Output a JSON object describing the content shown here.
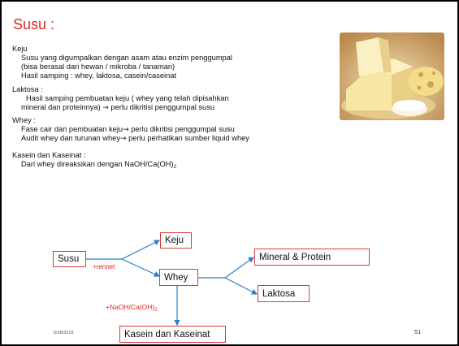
{
  "slide": {
    "title": "Susu :",
    "date": "5/28/2019",
    "page_number": "51"
  },
  "sections": {
    "keju": {
      "heading": "Keju",
      "l1": "Susu yang digumpalkan dengan  asam atau enzim penggumpal",
      "l2": "(bisa berasal dari hewan / mikroba / tanaman)",
      "l3": "Hasil samping  : whey, laktosa, casein/caseinat"
    },
    "laktosa": {
      "heading": "Laktosa :",
      "l1": "Hasil samping  pembuatan keju ( whey  yang telah dipisahkan",
      "l2a": "mineral dan proteinnya) ",
      "l2b": " perlu dikritisi  penggumpal susu"
    },
    "whey": {
      "heading": "Whey :",
      "l1a": "Fase cair dari pembuatan keju",
      "l1b": " perlu dikritisi penggumpal susu",
      "l2a": "Audit whey dan turunan whey",
      "l2b": "  perlu perhatikan sumber liquid whey"
    },
    "kasein": {
      "heading": "Kasein dan Kaseinat :",
      "l1a": "Dari whey direaksikan dengan NaOH/Ca(OH)",
      "l1sub": "2"
    }
  },
  "arrow_glyph": "→",
  "diagram": {
    "susu": "Susu",
    "keju": "Keju",
    "whey": "Whey",
    "mineral_protein": "Mineral & Protein",
    "laktosa": "Laktosa",
    "kasein": "Kasein dan Kaseinat",
    "rennet_label": "+rennet",
    "naoh_label_a": "+NaOH/Ca(OH)",
    "naoh_label_sub": "2"
  },
  "colors": {
    "title": "#e0261d",
    "box_border": "#d93a3a",
    "connector": "#2b7fc9",
    "label_red": "#e0261d"
  }
}
